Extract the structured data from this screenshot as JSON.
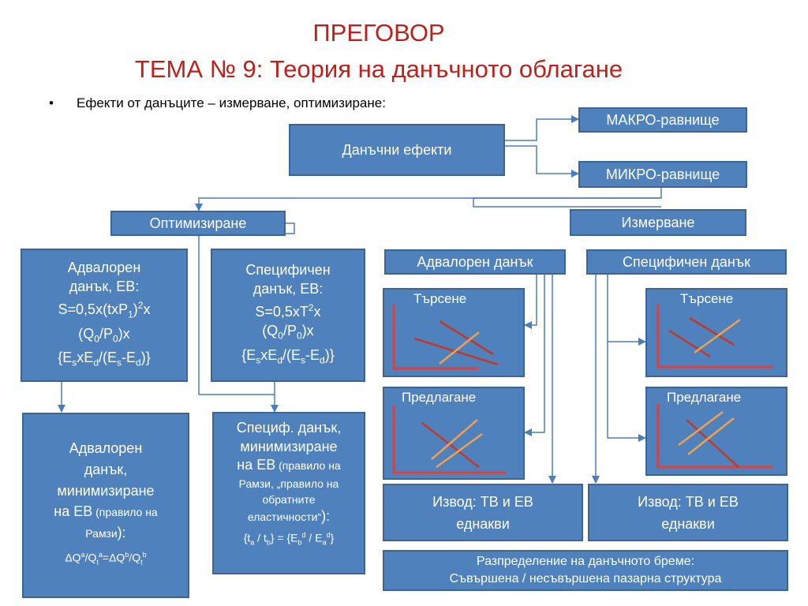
{
  "title": {
    "line1": "ПРЕГОВОР",
    "line2": "ТЕМА № 9: Теория на данъчното облагане"
  },
  "bullet": {
    "marker": "•",
    "text": "Ефекти от данъците – измерване, оптимизиране:"
  },
  "nodes": {
    "tax_effects": "Данъчни ефекти",
    "macro": "МАКРО-равнище",
    "micro": "МИКРО-равнище",
    "optimization": "Оптимизиране",
    "measurement": "Измерване",
    "ad_valorem_eb": {
      "l1": "Адвалорен",
      "l2": "данък, ЕВ:",
      "l3": "S=0,5x(txP",
      "l3_sub": "1",
      "l3_mid": ")",
      "l3_sup": "2",
      "l3_end": "x",
      "l4": "(Q",
      "l4_sub1": "0",
      "l4_mid": "/P",
      "l4_sub2": "0",
      "l4_end": ")x",
      "l5": "{E",
      "l5_s1": "s",
      "l5_m1": "xE",
      "l5_s2": "d",
      "l5_m2": "/(E",
      "l5_s3": "s",
      "l5_m3": "-E",
      "l5_s4": "d",
      "l5_end": ")}"
    },
    "specific_eb": {
      "l1": "Специфичен",
      "l2": "данък, ЕВ:",
      "l3": "S=0,5xT",
      "l3_sup": "2",
      "l3_end": "x",
      "l4": "(Q",
      "l4_sub1": "0",
      "l4_mid": "/P",
      "l4_sub2": "0",
      "l4_end": ")x",
      "l5": "{E",
      "l5_s1": "s",
      "l5_m1": "xE",
      "l5_s2": "d",
      "l5_m2": "/(E",
      "l5_s3": "s",
      "l5_m3": "-E",
      "l5_s4": "d",
      "l5_end": ")}"
    },
    "ad_valorem_min": {
      "l1": "Адвалорен",
      "l2": "данък,",
      "l3": "минимизиране",
      "l4": "на ЕВ",
      "l4_small": " (правило на",
      "l5_small": "Рамзи",
      "l5_end": "):",
      "f": "ΔQ",
      "f_s1": "a",
      "f_m1": "/Q",
      "f_s2": "t",
      "f_s3": "a",
      "f_m2": "=ΔQ",
      "f_s4": "b",
      "f_m3": "/Q",
      "f_s5": "t",
      "f_s6": "b"
    },
    "specific_min": {
      "l1": "Специф. данък,",
      "l2": "минимизиране",
      "l3": "на ЕВ",
      "l3_small": " (правило на",
      "l4_small": "Рамзи, „правило на",
      "l5_small": "обратните",
      "l6_small": "еластичности“",
      "l6_end": "):",
      "f1": "{t",
      "f1_s": "a",
      "f2": " / t",
      "f2_s": "b",
      "f3": "} = {E",
      "f3_s": "b",
      "f3_sup": "d",
      "f4": " / E",
      "f4_s": "a",
      "f4_sup": "d",
      "f5": "}"
    },
    "ad_valorem_tax": "Адвалорен данък",
    "specific_tax": "Специфичен данък",
    "demand": "Търсене",
    "supply": "Предлагане",
    "conclusion_l1": "Извод: ТВ и ЕВ",
    "conclusion_l2": "еднакви",
    "distribution_l1": "Разпределение на данъчното бреме:",
    "distribution_l2": "Съвършена / несъвършена пазарна структура"
  },
  "colors": {
    "title": "#c0201a",
    "box_fill": "#4f81bd",
    "box_border": "#3b6595",
    "connector": "#4a7ebb",
    "chart_axis": "#e0403a",
    "curve_red": "#c0392b",
    "curve_orange": "#f0a050"
  }
}
